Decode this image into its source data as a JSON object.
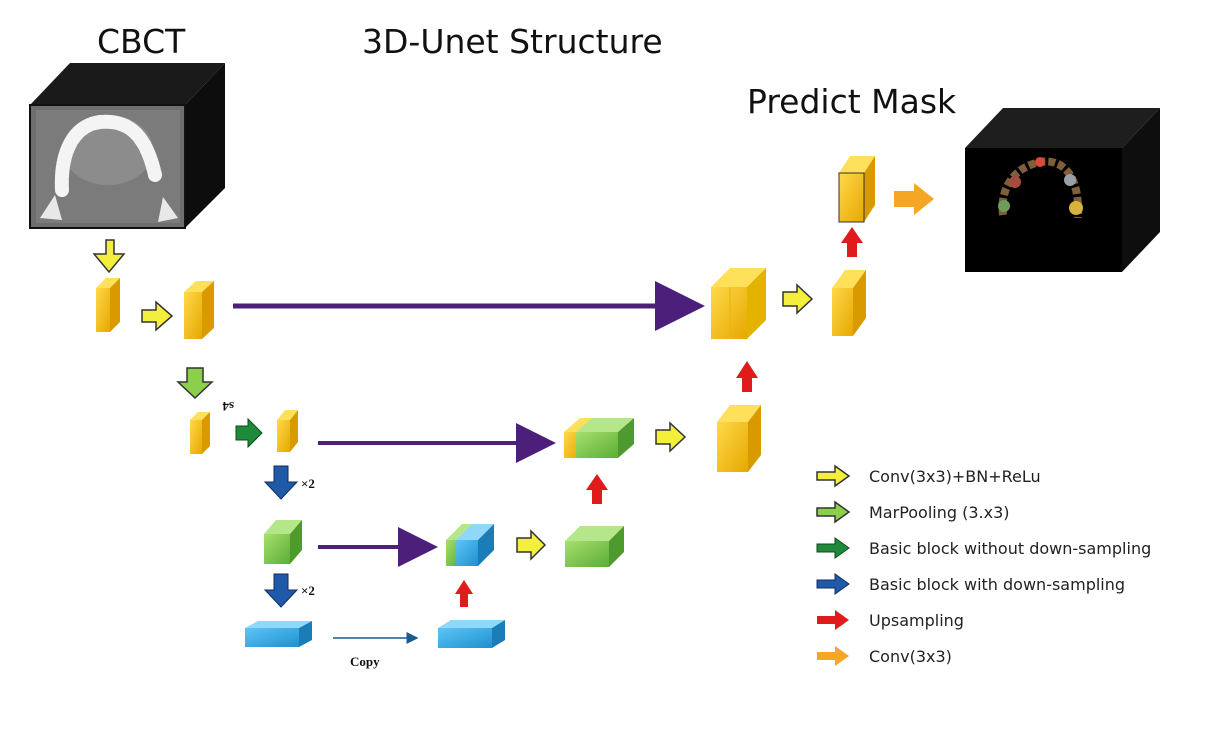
{
  "titles": {
    "input": "CBCT",
    "structure": "3D-Unet Structure",
    "output": "Predict Mask"
  },
  "annotations": {
    "times2_a": "×2",
    "times2_b": "×2",
    "stride_label": "s4",
    "copy_label": "Copy"
  },
  "legend": [
    {
      "label": "Conv(3x3)+BN+ReLu",
      "color": "#f4ee3c",
      "icon": "arrow-outline-icon"
    },
    {
      "label": "MarPooling (3.x3)",
      "color": "#8ccf4a",
      "icon": "arrow-green-icon"
    },
    {
      "label": "Basic block without down-sampling",
      "color": "#1f8a3c",
      "icon": "arrow-darkgreen-icon"
    },
    {
      "label": "Basic block with down-sampling",
      "color": "#1f5aa8",
      "icon": "arrow-blue-icon"
    },
    {
      "label": "Upsampling",
      "color": "#e01b1b",
      "icon": "arrow-red-icon"
    },
    {
      "label": "Conv(3x3)",
      "color": "#f5a623",
      "icon": "arrow-orange-icon"
    }
  ],
  "colors": {
    "skip": "#4b1f7a",
    "yellow": "#f2c200",
    "green": "#7cc84c",
    "blue": "#2aa9e8",
    "red": "#e01b1b",
    "orange": "#f5a623"
  }
}
